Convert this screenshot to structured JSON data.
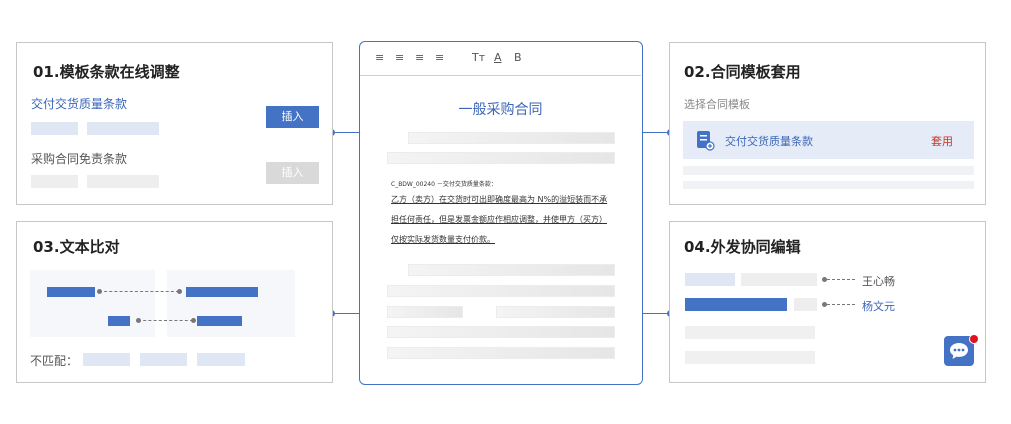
{
  "panel1": {
    "title": "01.模板条款在线调整",
    "clause1": "交付交货质量条款",
    "clause2": "采购合同免责条款",
    "insert1": "插入",
    "insert2": "插入"
  },
  "panel2": {
    "title": "02.合同模板套用",
    "subtitle": "选择合同模板",
    "item": "交付交货质量条款",
    "apply": "套用"
  },
  "panel3": {
    "title": "03.文本比对",
    "mismatch_label": "不匹配："
  },
  "panel4": {
    "title": "04.外发协同编辑",
    "user1": "王心畅",
    "user2": "杨文元"
  },
  "document": {
    "toolbar": [
      "≡",
      "≡",
      "≡",
      "≡",
      "Tт",
      "A",
      "B"
    ],
    "title": "一般采购合同",
    "clause_ref": "C_BDW_00240 －交付交货质量条款：",
    "lines": [
      "乙方（卖方）在交货时可出即确度最高为 N%的溢短装而不承",
      "担任何责任，但是发票金额应作相应调整，并使甲方（买方）",
      "仅按实际发货数量支付价款。"
    ]
  },
  "colors": {
    "accent": "#4472c4",
    "apply": "#c0392b",
    "badge": "#e0141e"
  }
}
